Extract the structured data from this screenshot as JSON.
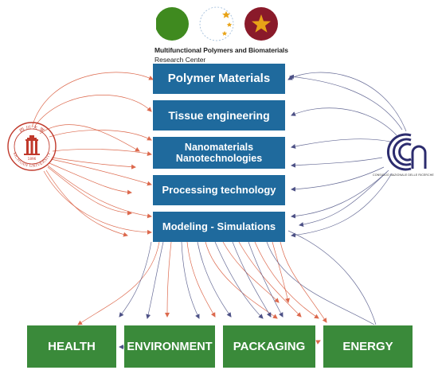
{
  "center_logo": {
    "title": "Multifunctional Polymers and Biomaterials",
    "subtitle": "Research Center"
  },
  "research_areas": [
    {
      "lines": [
        "Polymer Materials"
      ]
    },
    {
      "lines": [
        "Tissue engineering"
      ]
    },
    {
      "lines": [
        "Nanomaterials",
        "Nanotechnologies"
      ]
    },
    {
      "lines": [
        "Processing technology"
      ]
    },
    {
      "lines": [
        "Modeling - Simulations"
      ]
    }
  ],
  "application_fields": [
    {
      "label": "HEALTH"
    },
    {
      "label": "ENVIRONMENT"
    },
    {
      "label": "PACKAGING"
    },
    {
      "label": "ENERGY"
    }
  ],
  "left_partner": {
    "name": "SICHUAN UNIVERSITY",
    "year": "1896",
    "chinese_name": "四川大学",
    "logo_color": "#c0392b"
  },
  "right_partner": {
    "name": "CONSIGLIO NAZIONALE DELLE RICERCHE",
    "logo_color": "#2c2c6e"
  },
  "colors": {
    "research_box": "#1f6a9d",
    "application_box": "#3a8a3a",
    "left_arrows": "#d9593a",
    "right_arrows": "#555a8a",
    "logo_green": "#3f8a1f",
    "logo_red": "#8a1a2a",
    "logo_star": "#e8a317"
  }
}
